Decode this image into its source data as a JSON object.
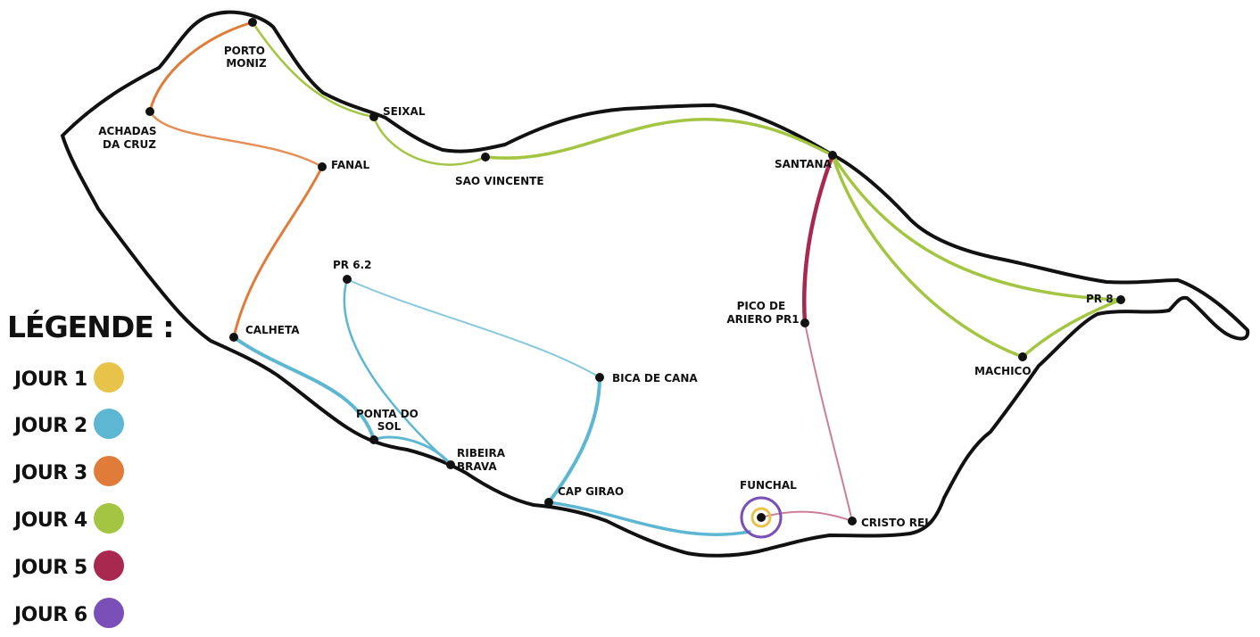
{
  "legend": {
    "title": "LÉGENDE :",
    "items": [
      {
        "label": "JOUR 1",
        "color": "#e8c34a"
      },
      {
        "label": "JOUR 2",
        "color": "#5db6d2"
      },
      {
        "label": "JOUR 3",
        "color": "#e07b39"
      },
      {
        "label": "JOUR 4",
        "color": "#a3c541"
      },
      {
        "label": "JOUR 5",
        "color": "#a8284f"
      },
      {
        "label": "JOUR 6",
        "color": "#7a4fb8"
      }
    ]
  },
  "places": {
    "porto_moniz": [
      "PORTO",
      "MONIZ"
    ],
    "achadas_da_cruz": [
      "ACHADAS",
      "DA CRUZ"
    ],
    "seixal": "SEIXAL",
    "fanal": "FANAL",
    "sao_vincente": "SAO VINCENTE",
    "santana": "SANTANA",
    "pr62": "PR 6.2",
    "pico_de_arieiro": [
      "PICO DE",
      "ARIERO PR1"
    ],
    "pr8": "PR 8",
    "calheta": "CALHETA",
    "bica_de_cana": "BICA DE CANA",
    "machico": "MACHICO",
    "ponta_do_sol": [
      "PONTA DO",
      "SOL"
    ],
    "ribeira_brava": [
      "RIBEIRA",
      "BRAVA"
    ],
    "cap_girao": "CAP GIRAO",
    "funchal": "FUNCHAL",
    "cristo_rei": "CRISTO REI"
  }
}
